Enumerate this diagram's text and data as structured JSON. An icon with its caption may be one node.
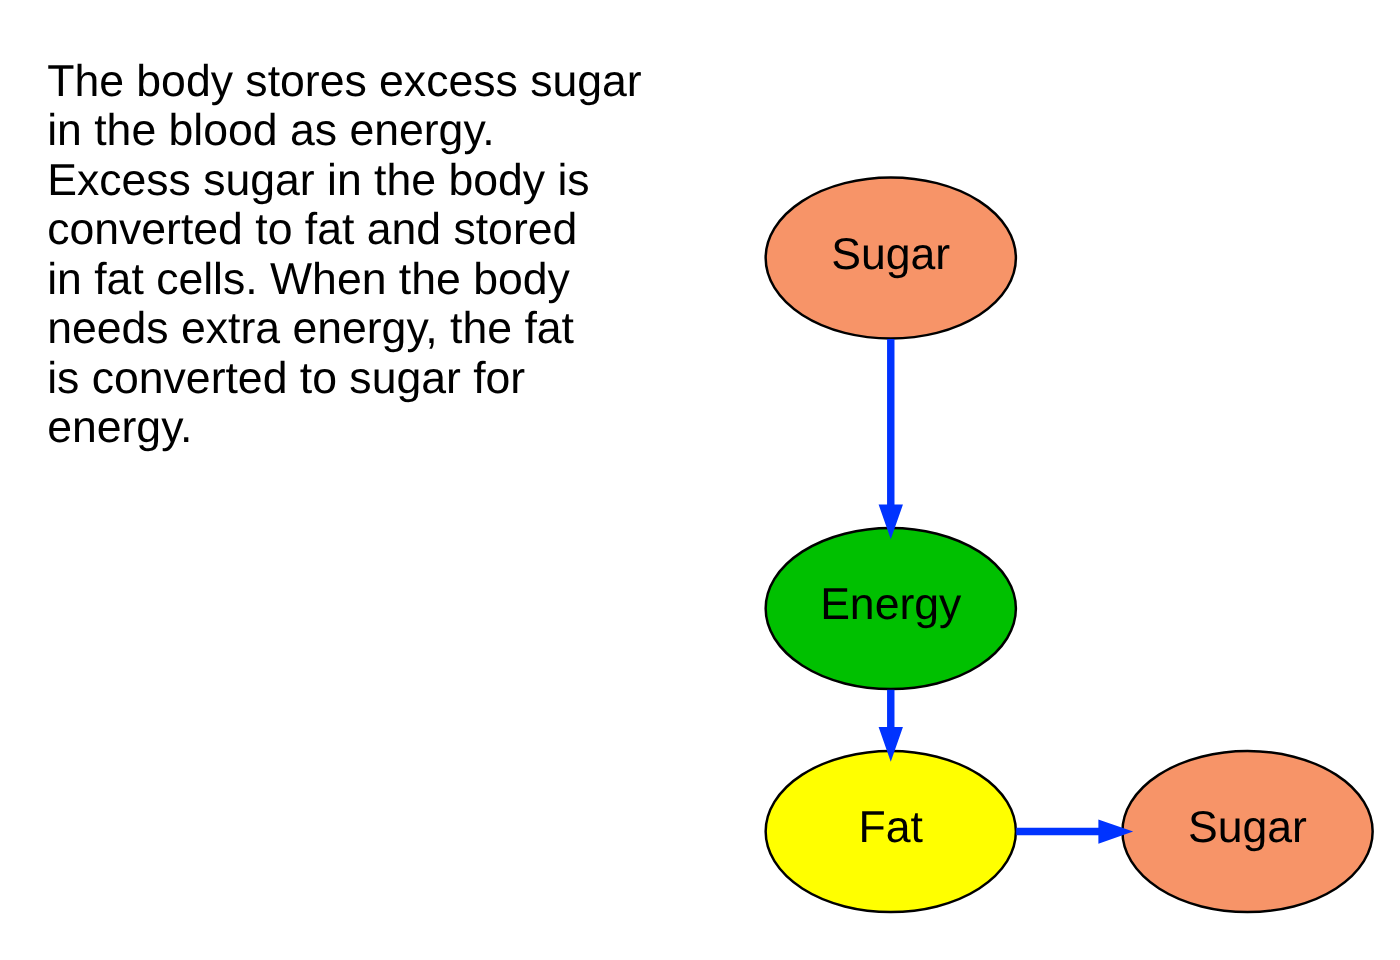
{
  "diagram": {
    "nodes": [
      {
        "text": [
          "Sugar"
        ]
      },
      {
        "text": [
          "Energy"
        ]
      },
      {
        "text": [
          "Fat"
        ]
      },
      {
        "text": [
          "Sugar"
        ]
      }
    ],
    "edges": [
      {
        "from": 0,
        "to": 1,
        "arrow": "to"
      },
      {
        "from": 1,
        "to": 2,
        "arrow": "to"
      },
      {
        "from": 2,
        "to": 3,
        "arrow": "to"
      }
    ],
    "labels": [
      "The body stores excess sugar in the blood as energy. Excess sugar in the body is converted to fat and stored in fat cells. When the body needs extra energy, the fat is converted to sugar for energy."
    ]
  }
}
